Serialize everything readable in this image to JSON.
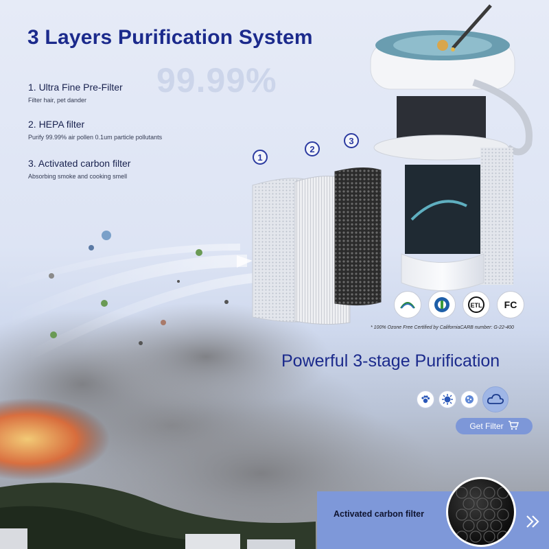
{
  "header": {
    "title": "3 Layers Purification System",
    "watermark": "99.99%"
  },
  "layers": [
    {
      "title": "1. Ultra Fine Pre-Filter",
      "desc": "Filter hair, pet dander"
    },
    {
      "title": "2. HEPA filter",
      "desc": "Purify 99.99% air pollen 0.1um particle pollutants"
    },
    {
      "title": "3. Activated carbon filter",
      "desc": "Absorbing smoke and cooking smell"
    }
  ],
  "filter_numbers": [
    "1",
    "2",
    "3"
  ],
  "certifications": {
    "badges": [
      "CALIFORNIA",
      "ENERGY",
      "ETL",
      "FC"
    ],
    "note": "* 100% Ozone Free Certified by CaliforniaCARB number: G-22-400"
  },
  "promo": {
    "headline": "Powerful 3-stage Purification",
    "icons": [
      "paw-icon",
      "virus-icon",
      "dust-icon",
      "cloud-icon"
    ],
    "get_filter_label": "Get Filter"
  },
  "banner": {
    "label": "Activated carbon filter"
  },
  "colors": {
    "title_blue": "#1b2a8c",
    "accent_blue": "#7d97d8",
    "banner_blue": "#7e98d9"
  }
}
